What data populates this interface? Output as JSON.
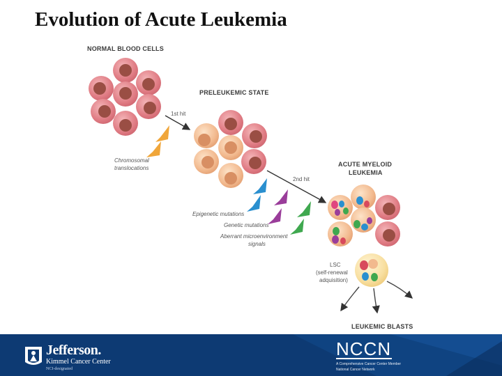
{
  "slide": {
    "title": "Evolution of Acute Leukemia"
  },
  "diagram": {
    "normal_label": "NORMAL BLOOD CELLS",
    "preleukemic_label": "PRELEUKEMIC STATE",
    "first_hit_label": "1st hit",
    "chrom_label_1": "Chromosomal",
    "chrom_label_2": "translocations",
    "aml_label_1": "ACUTE MYELOID",
    "aml_label_2": "LEUKEMIA",
    "second_hit_label": "2nd hit",
    "epigenetic_label": "Epigenetic mutations",
    "genetic_label": "Genetic mutations",
    "aberrant_label_1": "Aberrant microenvironment",
    "aberrant_label_2": "signals",
    "lsc_label_1": "LSC",
    "lsc_label_2": "(self-renewal",
    "lsc_label_3": "adquisition)",
    "blasts_label": "LEUKEMIC BLASTS"
  },
  "footer": {
    "jefferson_name": "Jefferson.",
    "jefferson_sub": "Kimmel Cancer Center",
    "jefferson_note": "NCI-designated",
    "nccn_logo": "NCCN",
    "nccn_sub_1": "A Comprehensive Cancer Center Member",
    "nccn_sub_2": "National Cancer Network"
  },
  "colors": {
    "normal_cell": "#e07c84",
    "normal_nucleus": "#9a4e44",
    "preleukemic_cell": "#f2b98e",
    "preleukemic_nucleus": "#d88f63",
    "lsc_cell": "#f8dfa0",
    "hit_orange": "#f0a63a",
    "epigenetic_blue": "#2a8fcf",
    "genetic_purple": "#9a3d9a",
    "aberrant_green": "#3fa84f",
    "footer_bg": "#0d3a73"
  }
}
